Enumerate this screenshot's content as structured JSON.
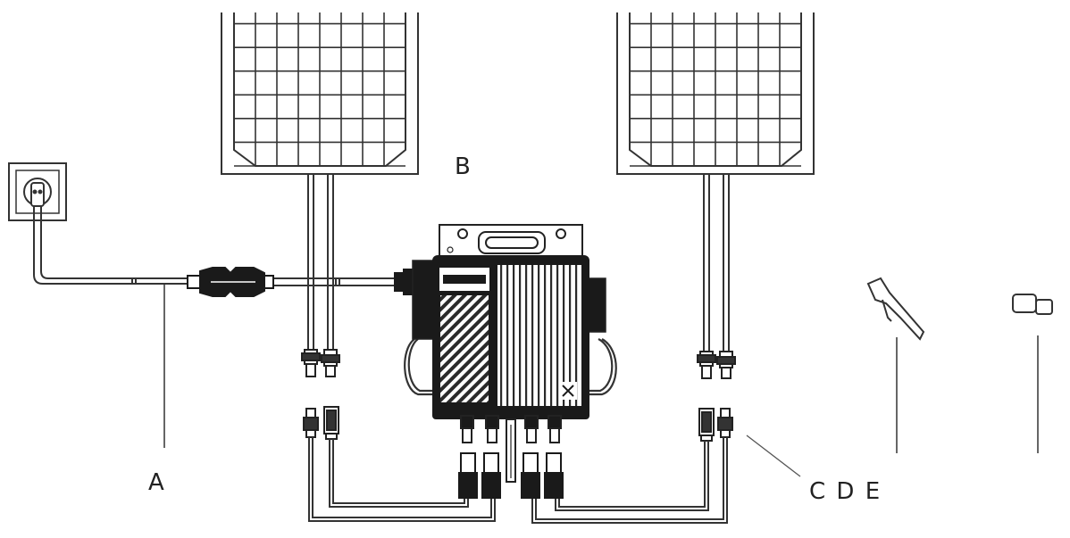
{
  "labels": {
    "a": "A",
    "b": "B",
    "cde": "C D E"
  },
  "colors": {
    "line": "#333333",
    "fill_dark": "#1a1a1a",
    "background": "#ffffff"
  }
}
